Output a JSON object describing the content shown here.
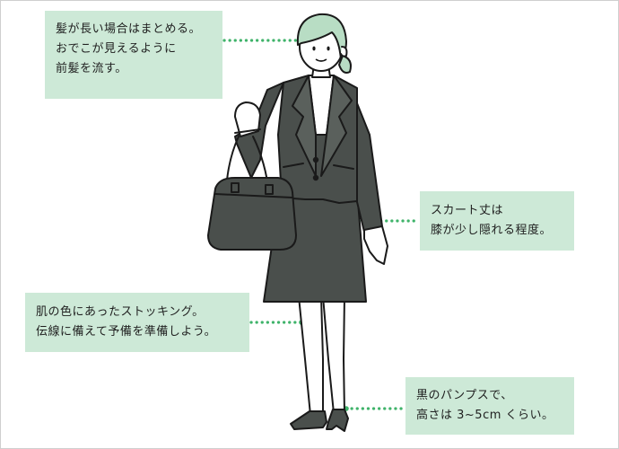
{
  "annotations": {
    "hair": {
      "lines": [
        "髪が長い場合はまとめる。",
        "おでこが見えるように",
        "前髪を流す。"
      ]
    },
    "skirt": {
      "lines": [
        "スカート丈は",
        "膝が少し隠れる程度。"
      ]
    },
    "stockings": {
      "lines": [
        "肌の色にあったストッキング。",
        "伝線に備えて予備を準備しよう。"
      ]
    },
    "pumps": {
      "lines": [
        "黒のパンプスで、",
        "高さは 3~5cm くらい。"
      ]
    }
  },
  "colors": {
    "note_bg": "#cde9d7",
    "leader_dots": "#3fb36a",
    "suit": "#4a4f4c",
    "hair": "#b8ddc4",
    "outline": "#1a1a1a"
  }
}
